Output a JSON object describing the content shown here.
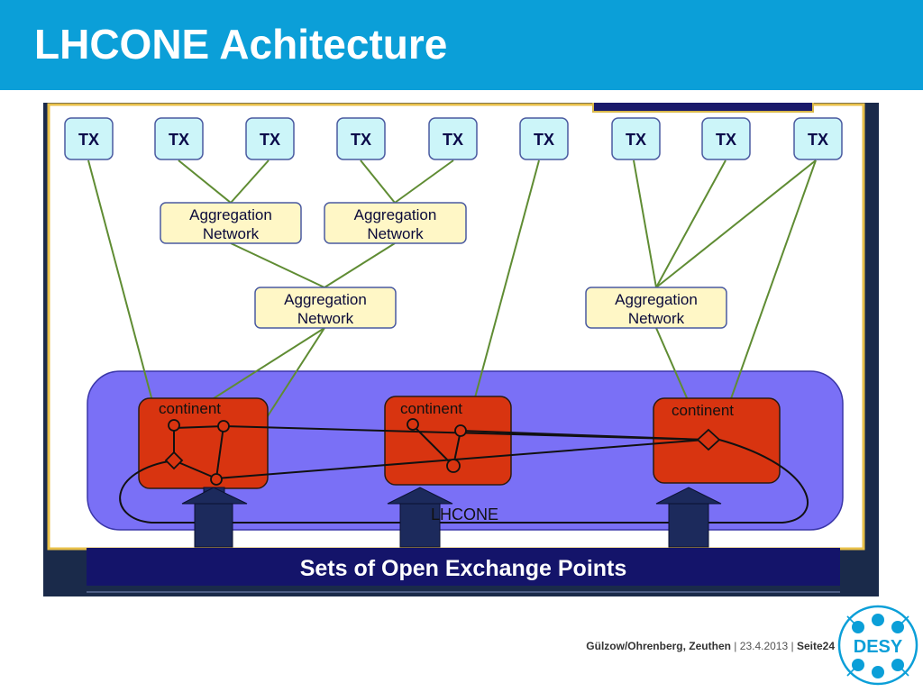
{
  "slide": {
    "title": "LHCONE Achitecture"
  },
  "diagram": {
    "tx_label": "TX",
    "agg_line1": "Aggregation",
    "agg_line2": "Network",
    "continent_label": "continent",
    "lhcone_label": "LHCONE",
    "banner_text": "Sets of Open Exchange Points",
    "colors": {
      "tx_fill": "#ccf5f9",
      "agg_fill": "#fff7c6",
      "lhcone_cloud": "#7a70f6",
      "continent": "#d83410",
      "link": "#5f8c33",
      "banner": "#14146a"
    }
  },
  "footer": {
    "authors": "Gülzow/Ohrenberg,  Zeuthen",
    "date": "23.4.2013",
    "page_label": "Seite",
    "page_number": "24"
  },
  "logo": {
    "text": "DESY"
  }
}
